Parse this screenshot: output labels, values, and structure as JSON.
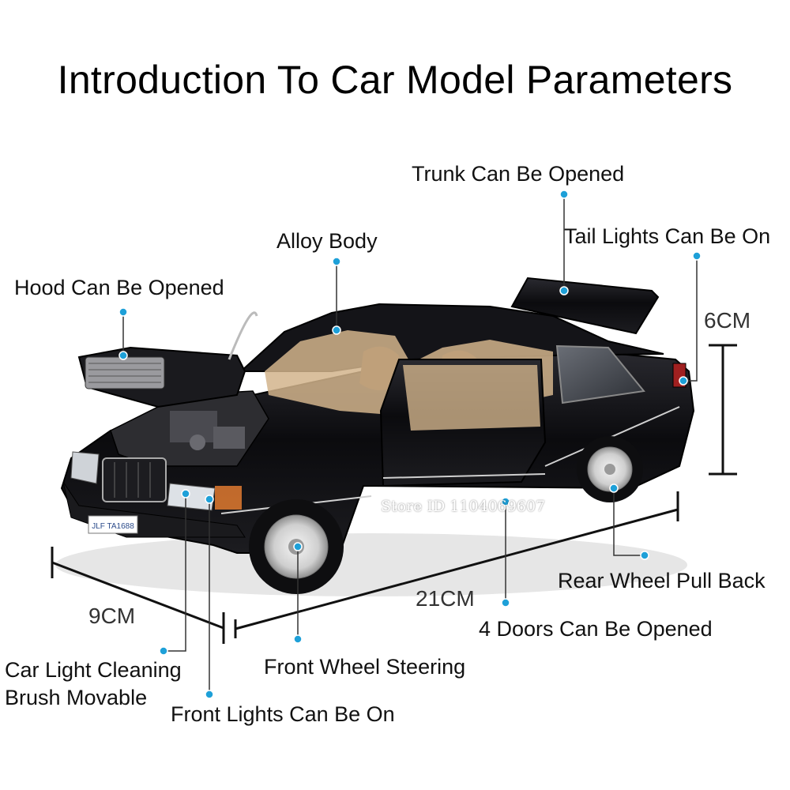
{
  "title": "Introduction To Car Model Parameters",
  "labels": {
    "trunk": "Trunk Can Be Opened",
    "alloy": "Alloy Body",
    "tail_lights": "Tail Lights Can Be On",
    "hood": "Hood Can Be Opened",
    "rear_wheel": "Rear Wheel Pull Back",
    "doors": "4 Doors Can Be Opened",
    "front_wheel": "Front Wheel Steering",
    "light_brush_line1": "Car Light Cleaning",
    "light_brush_line2": "Brush Movable",
    "front_lights": "Front Lights Can Be On"
  },
  "dimensions": {
    "height": "6CM",
    "length": "21CM",
    "width": "9CM"
  },
  "watermark": "Store ID 1104069607",
  "license_plate": "JLF TA1688",
  "colors": {
    "dot": "#1ea0d8",
    "leader_line": "#333333",
    "car_body": "#0d0d10",
    "interior": "#d2b48c"
  }
}
